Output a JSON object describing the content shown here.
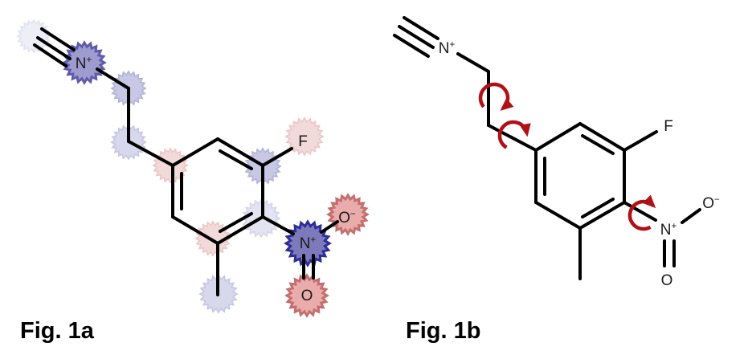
{
  "figure_a": {
    "caption": "Fig. 1a",
    "highlighted_atoms": [
      {
        "atom": "isocyanide-terminal-c",
        "color_key": "blue_ghost"
      },
      {
        "atom": "isocyanide-n",
        "color_key": "blue_medium"
      },
      {
        "atom": "ch2-upper",
        "color_key": "blue_light"
      },
      {
        "atom": "ch2-lower",
        "color_key": "blue_faint"
      },
      {
        "atom": "ring-c-chain",
        "color_key": "pink_light"
      },
      {
        "atom": "ring-c-f",
        "color_key": "blue_light"
      },
      {
        "atom": "fluorine",
        "color_key": "pink_light"
      },
      {
        "atom": "ring-c-no2",
        "color_key": "blue_faintest"
      },
      {
        "atom": "ring-c-ch3",
        "color_key": "pink_light"
      },
      {
        "atom": "methyl-c",
        "color_key": "blue_faint"
      },
      {
        "atom": "nitro-n",
        "color_key": "blue_strong"
      },
      {
        "atom": "nitro-o-minus",
        "color_key": "red_medium"
      },
      {
        "atom": "nitro-o",
        "color_key": "red_medium"
      }
    ]
  },
  "figure_b": {
    "caption": "Fig. 1b",
    "rotatable_bond_arrow_count": 3
  },
  "molecule": {
    "atoms": {
      "isocyanide_n": {
        "symbol": "N",
        "charge": "+"
      },
      "fluorine": {
        "symbol": "F"
      },
      "nitro_n": {
        "symbol": "N",
        "charge": "+"
      },
      "nitro_o_minus": {
        "symbol": "O",
        "charge": "−"
      },
      "nitro_o": {
        "symbol": "O"
      }
    }
  },
  "colors": {
    "bond": "#000000",
    "atom_text": "#1a1a1a",
    "caption_text": "#000000",
    "arrow": "#b01116",
    "highlights": {
      "blue_strong": {
        "fill": "#7d7abc",
        "stroke": "#2e2e97"
      },
      "blue_medium": {
        "fill": "#9e9bce",
        "stroke": "#5f5cad"
      },
      "blue_light": {
        "fill": "#c8c8e5",
        "stroke": "#b5b5db"
      },
      "blue_faint": {
        "fill": "#d8d8ec",
        "stroke": "#c8c8e4"
      },
      "blue_faintest": {
        "fill": "#e3e3f1",
        "stroke": "#d7d7ea"
      },
      "blue_ghost": {
        "fill": "#eeeef7",
        "stroke": "#e4e4f2"
      },
      "pink_light": {
        "fill": "#f3dada",
        "stroke": "#ecc9c9"
      },
      "red_medium": {
        "fill": "#eaabab",
        "stroke": "#c26f6f"
      }
    }
  }
}
